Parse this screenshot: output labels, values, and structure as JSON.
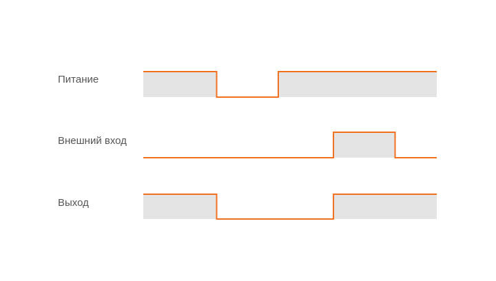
{
  "signals": [
    {
      "label": "Питание",
      "levels": [
        [
          0,
          1
        ],
        [
          0.25,
          0
        ],
        [
          0.46,
          1
        ],
        [
          1,
          1
        ]
      ]
    },
    {
      "label": "Внешний вход",
      "levels": [
        [
          0,
          0
        ],
        [
          0.648,
          1
        ],
        [
          0.858,
          0
        ],
        [
          1,
          0
        ]
      ]
    },
    {
      "label": "Выход",
      "levels": [
        [
          0,
          1
        ],
        [
          0.25,
          0
        ],
        [
          0.648,
          1
        ],
        [
          1,
          1
        ]
      ]
    }
  ],
  "colors": {
    "line": "#f07020",
    "fill": "#e4e4e4",
    "label": "#555555",
    "background": "#ffffff"
  }
}
